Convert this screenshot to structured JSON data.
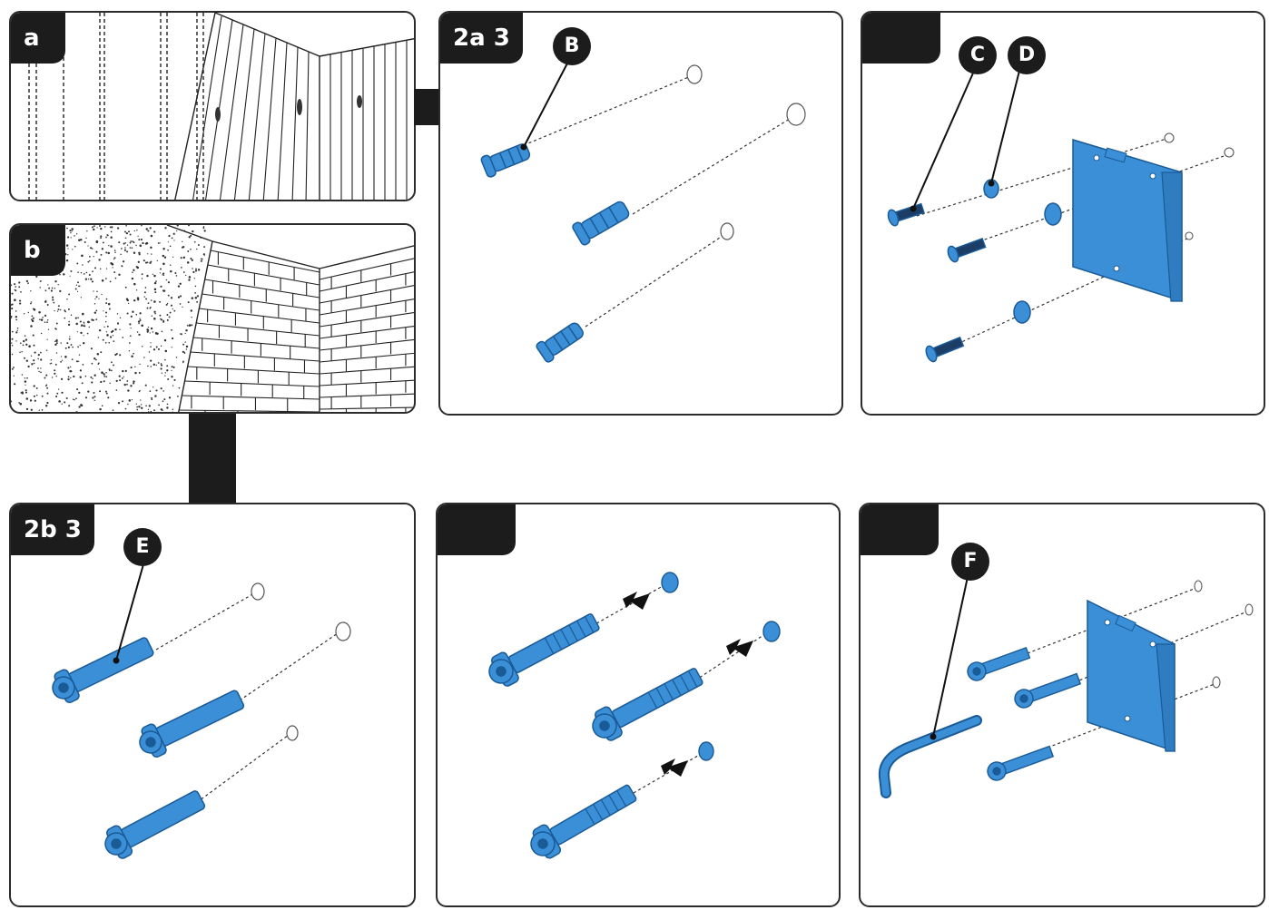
{
  "colors": {
    "part_blue": "#3a8fd6",
    "part_dark": "#1a5a96",
    "ink": "#1c1c1c",
    "frame": "#2b2b2b"
  },
  "panels": {
    "a": {
      "tag": "a"
    },
    "b": {
      "tag": "b"
    },
    "step_2a": {
      "tag": "2a 3",
      "callouts": [
        "B"
      ]
    },
    "step_top_right": {
      "tag": "",
      "callouts": [
        "C",
        "D"
      ]
    },
    "step_2b": {
      "tag": "2b 3",
      "callouts": [
        "E"
      ]
    },
    "step_bottom_mid": {
      "tag": ""
    },
    "step_bottom_right": {
      "tag": "",
      "callouts": [
        "F"
      ]
    }
  }
}
